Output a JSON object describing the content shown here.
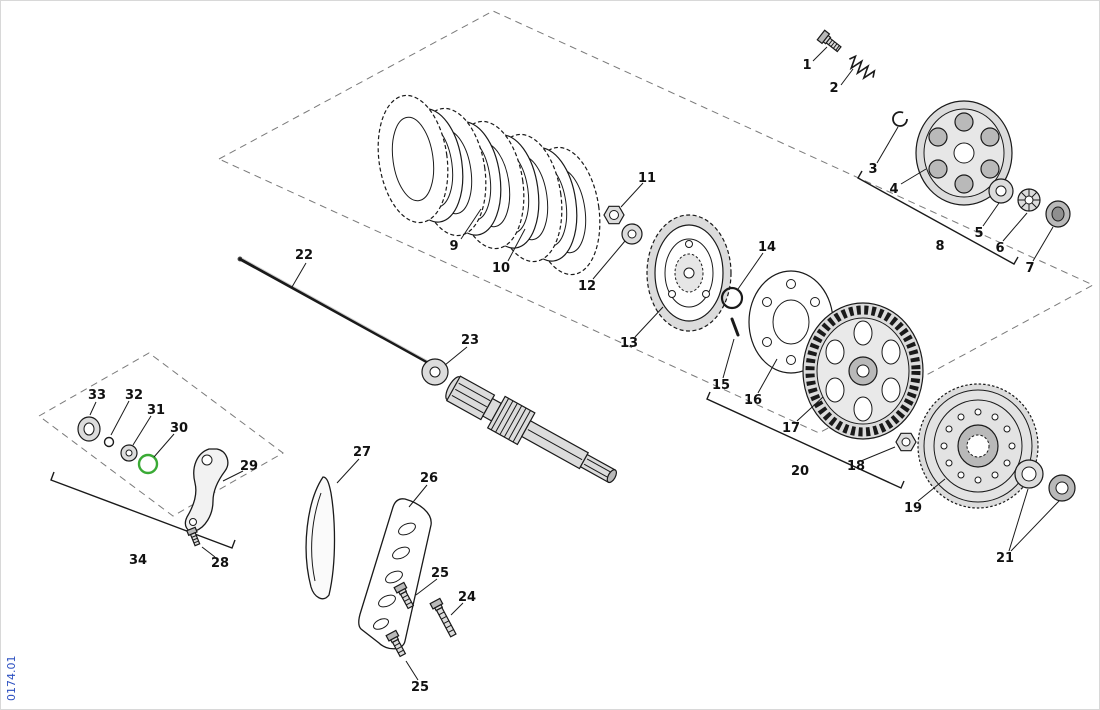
{
  "doc_code": "0174.01",
  "colors": {
    "oring_green": "#3aaa35",
    "code_blue": "#2b4fc0",
    "line_black": "#1a1a1a"
  },
  "callouts": [
    {
      "n": "1"
    },
    {
      "n": "2"
    },
    {
      "n": "3"
    },
    {
      "n": "4"
    },
    {
      "n": "5"
    },
    {
      "n": "6"
    },
    {
      "n": "7"
    },
    {
      "n": "8"
    },
    {
      "n": "9"
    },
    {
      "n": "10"
    },
    {
      "n": "11"
    },
    {
      "n": "12"
    },
    {
      "n": "13"
    },
    {
      "n": "14"
    },
    {
      "n": "15"
    },
    {
      "n": "16"
    },
    {
      "n": "17"
    },
    {
      "n": "18"
    },
    {
      "n": "19"
    },
    {
      "n": "20"
    },
    {
      "n": "21"
    },
    {
      "n": "22"
    },
    {
      "n": "23"
    },
    {
      "n": "24"
    },
    {
      "n": "25"
    },
    {
      "n": "25"
    },
    {
      "n": "26"
    },
    {
      "n": "27"
    },
    {
      "n": "28"
    },
    {
      "n": "29"
    },
    {
      "n": "30"
    },
    {
      "n": "31"
    },
    {
      "n": "32"
    },
    {
      "n": "33"
    },
    {
      "n": "34"
    }
  ]
}
